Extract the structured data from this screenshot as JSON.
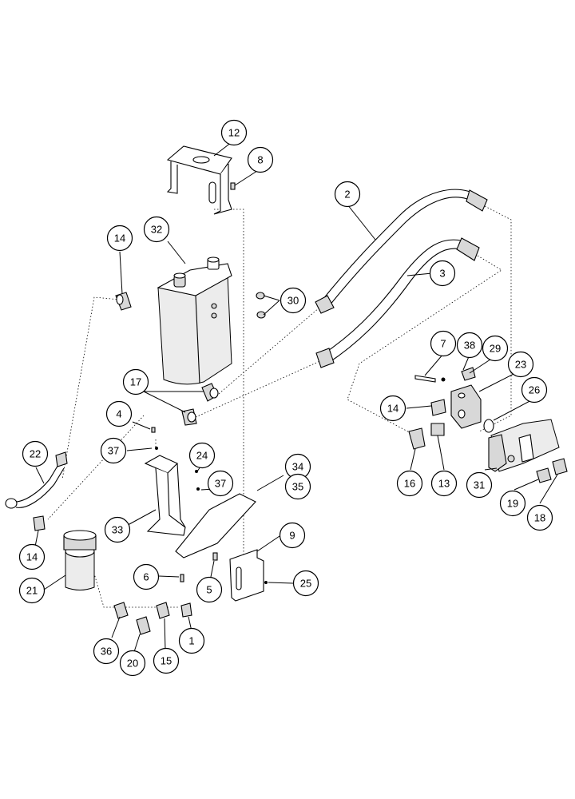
{
  "callouts": [
    {
      "id": "c1",
      "label": "1"
    },
    {
      "id": "c2",
      "label": "2"
    },
    {
      "id": "c3",
      "label": "3"
    },
    {
      "id": "c4",
      "label": "4"
    },
    {
      "id": "c5",
      "label": "5"
    },
    {
      "id": "c6",
      "label": "6"
    },
    {
      "id": "c7",
      "label": "7"
    },
    {
      "id": "c8",
      "label": "8"
    },
    {
      "id": "c9",
      "label": "9"
    },
    {
      "id": "c12",
      "label": "12"
    },
    {
      "id": "c13",
      "label": "13"
    },
    {
      "id": "c14a",
      "label": "14"
    },
    {
      "id": "c14b",
      "label": "14"
    },
    {
      "id": "c14c",
      "label": "14"
    },
    {
      "id": "c15",
      "label": "15"
    },
    {
      "id": "c16",
      "label": "16"
    },
    {
      "id": "c17",
      "label": "17"
    },
    {
      "id": "c18",
      "label": "18"
    },
    {
      "id": "c19",
      "label": "19"
    },
    {
      "id": "c20",
      "label": "20"
    },
    {
      "id": "c21",
      "label": "21"
    },
    {
      "id": "c22",
      "label": "22"
    },
    {
      "id": "c23",
      "label": "23"
    },
    {
      "id": "c24",
      "label": "24"
    },
    {
      "id": "c25",
      "label": "25"
    },
    {
      "id": "c26",
      "label": "26"
    },
    {
      "id": "c29",
      "label": "29"
    },
    {
      "id": "c30",
      "label": "30"
    },
    {
      "id": "c31",
      "label": "31"
    },
    {
      "id": "c32",
      "label": "32"
    },
    {
      "id": "c33",
      "label": "33"
    },
    {
      "id": "c34",
      "label": "34"
    },
    {
      "id": "c35",
      "label": "35"
    },
    {
      "id": "c36",
      "label": "36"
    },
    {
      "id": "c37a",
      "label": "37"
    },
    {
      "id": "c37b",
      "label": "37"
    },
    {
      "id": "c38",
      "label": "38"
    }
  ]
}
